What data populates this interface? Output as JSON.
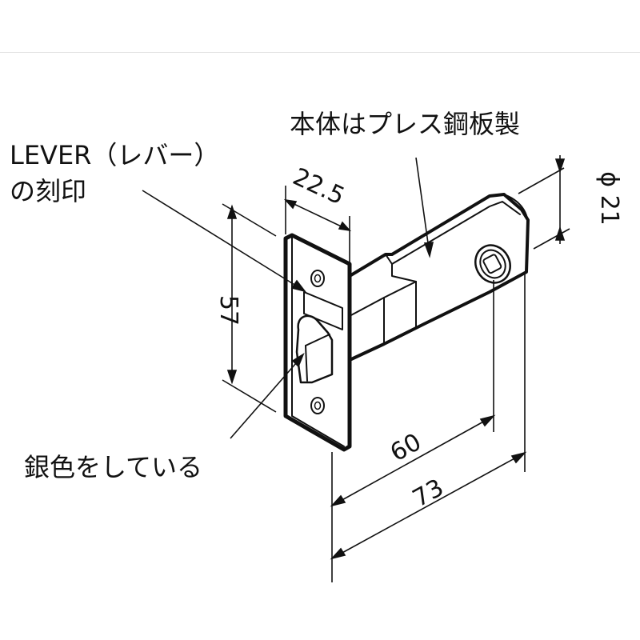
{
  "labels": {
    "body_material": "本体はプレス鋼板製",
    "lever_line1": "LEVER（レバー）",
    "lever_line2": "の刻印",
    "silver": "銀色をしている"
  },
  "dimensions": {
    "faceplate_width": "22.5",
    "faceplate_height": "57",
    "diameter": "ϕ 21",
    "backset_60": "60",
    "total_73": "73"
  }
}
